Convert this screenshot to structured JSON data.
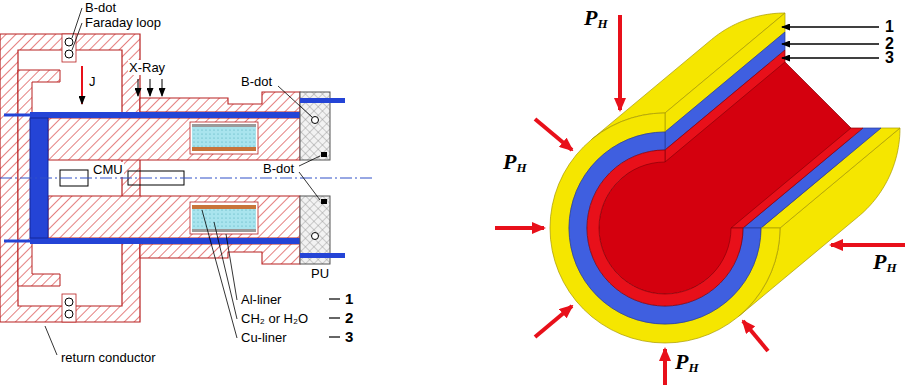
{
  "diagram": {
    "labels": [
      "B-dot",
      "Faraday loop",
      "J",
      "X-Ray",
      "B-dot",
      "B-dot",
      "CMU",
      "PU",
      "Al-liner",
      "1",
      "CH₂ or H₂O",
      "2",
      "Cu-liner",
      "3",
      "return conductor",
      "PH",
      "1",
      "2",
      "3",
      "PH",
      "PH",
      "PH"
    ]
  }
}
